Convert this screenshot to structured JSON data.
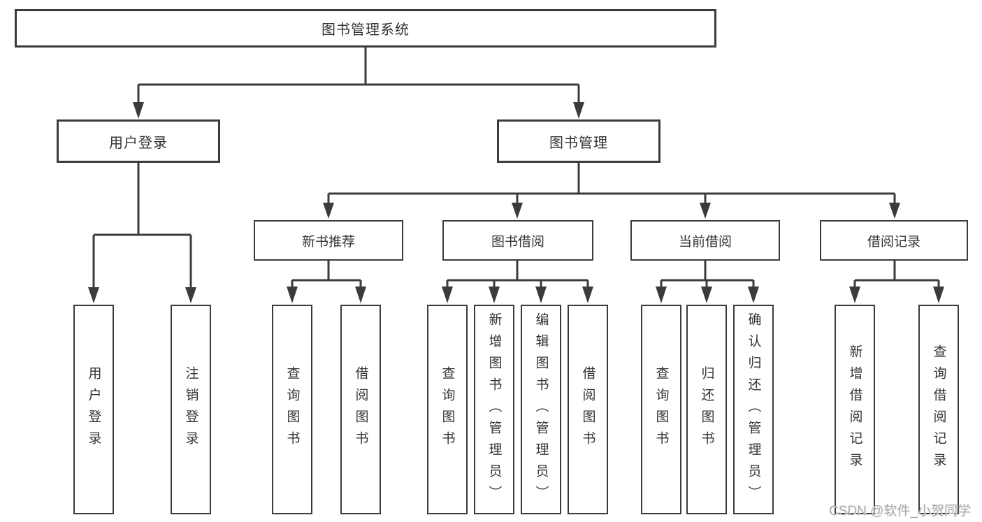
{
  "page": {
    "background": "#ffffff"
  },
  "colors": {
    "line": "#3b3b3b",
    "box_border": "#3b3b3b",
    "text": "#333333",
    "watermark": "#a9a9a9"
  },
  "watermark": {
    "text": "CSDN @软件_小贺同学"
  },
  "tree": {
    "label": "图书管理系统",
    "children": [
      {
        "label": "用户登录",
        "children": [
          {
            "label": "用户登录"
          },
          {
            "label": "注销登录"
          }
        ]
      },
      {
        "label": "图书管理",
        "children": [
          {
            "label": "新书推荐",
            "children": [
              {
                "label": "查询图书"
              },
              {
                "label": "借阅图书"
              }
            ]
          },
          {
            "label": "图书借阅",
            "children": [
              {
                "label": "查询图书"
              },
              {
                "label": "新增图书（管理员）"
              },
              {
                "label": "编辑图书（管理员）"
              },
              {
                "label": "借阅图书"
              }
            ]
          },
          {
            "label": "当前借阅",
            "children": [
              {
                "label": "查询图书"
              },
              {
                "label": "归还图书"
              },
              {
                "label": "确认归还（管理员）"
              }
            ]
          },
          {
            "label": "借阅记录",
            "children": [
              {
                "label": "新增借阅记录"
              },
              {
                "label": "查询借阅记录"
              }
            ]
          }
        ]
      }
    ]
  }
}
